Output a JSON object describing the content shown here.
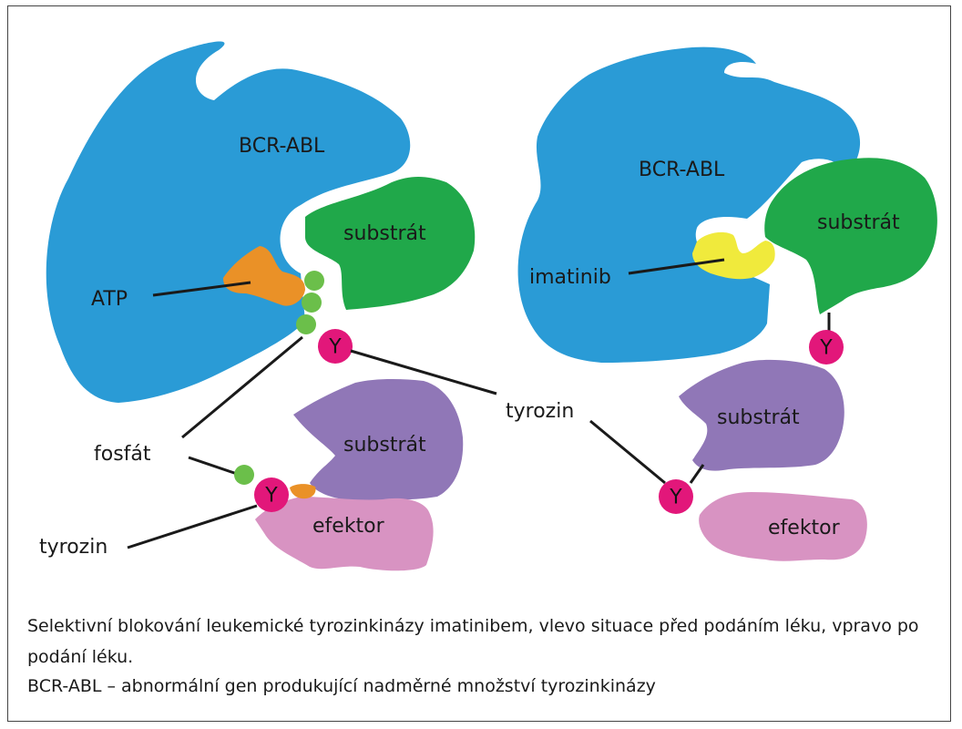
{
  "left": {
    "bcr_abl": "BCR-ABL",
    "substrat_green": "substrát",
    "atp": "ATP",
    "tyrosine_mark": "Y",
    "fosfat": "fosfát",
    "substrat_purple": "substrát",
    "efektor": "efektor",
    "tyrozin_lower": "tyrozin"
  },
  "center": {
    "tyrozin": "tyrozin"
  },
  "right": {
    "bcr_abl": "BCR-ABL",
    "substrat_green": "substrát",
    "imatinib": "imatinib",
    "tyrosine_mark_top": "Y",
    "substrat_purple": "substrát",
    "tyrosine_mark_bottom": "Y",
    "efektor": "efektor"
  },
  "caption": {
    "line1": "Selektivní blokování leukemické tyrozinkinázy imatinibem, vlevo situace před podáním léku, vpravo po podání léku.",
    "line2": "BCR-ABL – abnormální gen produkující nadměrné množství tyrozinkinázy"
  },
  "colors": {
    "bcr_abl": "#2a9bd6",
    "substrat_green": "#20a84a",
    "atp": "#ea9127",
    "imatinib": "#f0ea3c",
    "phosphate": "#6bbf4a",
    "tyrosine": "#e2177a",
    "substrat_purple": "#9077b7",
    "efektor": "#d893c2"
  }
}
